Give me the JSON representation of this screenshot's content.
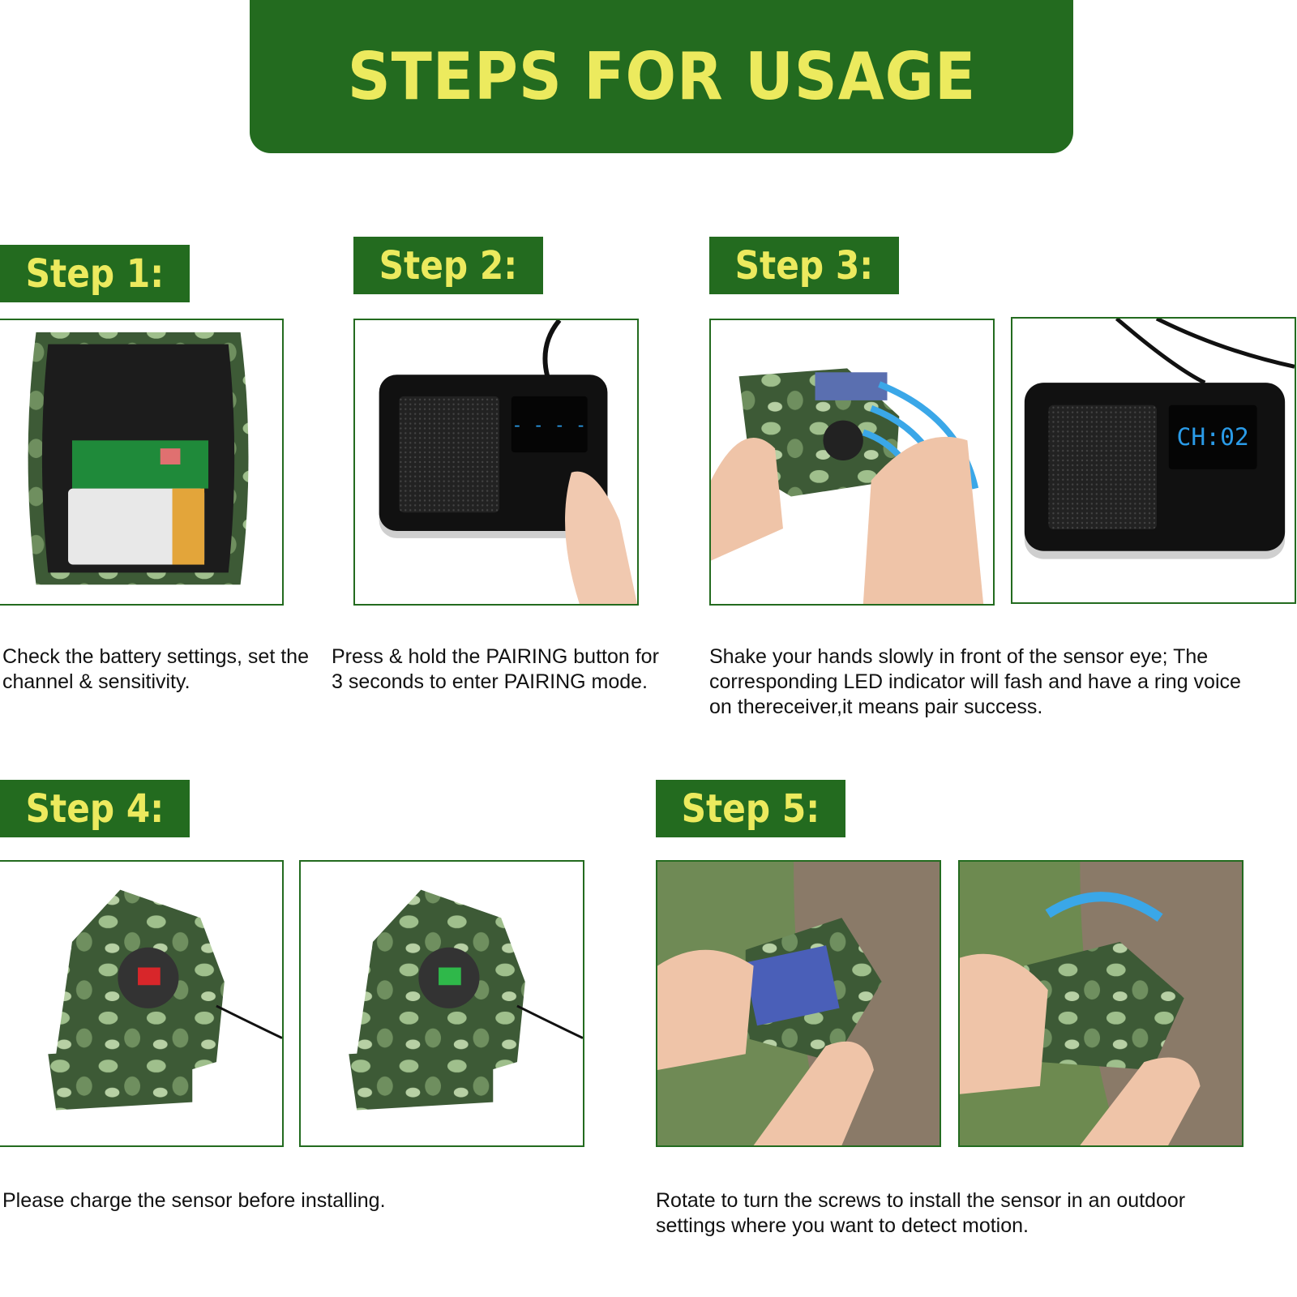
{
  "header": {
    "title": "STEPS FOR USAGE"
  },
  "colors": {
    "brand_green": "#236b1f",
    "title_yellow": "#ecea5e",
    "camo_dark": "#3d5a36",
    "camo_light": "#9fbf8c",
    "display_blue": "#2a9be8"
  },
  "steps": [
    {
      "label": "Step 1:",
      "description": "Check the battery settings, set the channel & sensitivity.",
      "images": [
        "open-sensor-battery"
      ]
    },
    {
      "label": "Step 2:",
      "description": "Press & hold the PAIRING button for 3 seconds to enter PAIRING mode.",
      "images": [
        "receiver-pairing"
      ],
      "display": "- - - -"
    },
    {
      "label": "Step 3:",
      "description": "Shake your hands slowly in front of the sensor eye; The corresponding LED indicator will fash and have a ring voice on thereceiver,it means pair success.",
      "images": [
        "hand-wave-sensor",
        "receiver-paired"
      ],
      "display": "CH:02"
    },
    {
      "label": "Step 4:",
      "description": "Please charge the sensor before installing.",
      "images": [
        "sensor-charging-red",
        "sensor-charged-green"
      ],
      "led_colors": [
        "#d8262a",
        "#2fb84a"
      ]
    },
    {
      "label": "Step 5:",
      "description": "Rotate to turn the screws to install the sensor in an outdoor settings where you want to detect motion.",
      "images": [
        "screw-sensor-tree",
        "rotate-sensor-tree"
      ]
    }
  ]
}
